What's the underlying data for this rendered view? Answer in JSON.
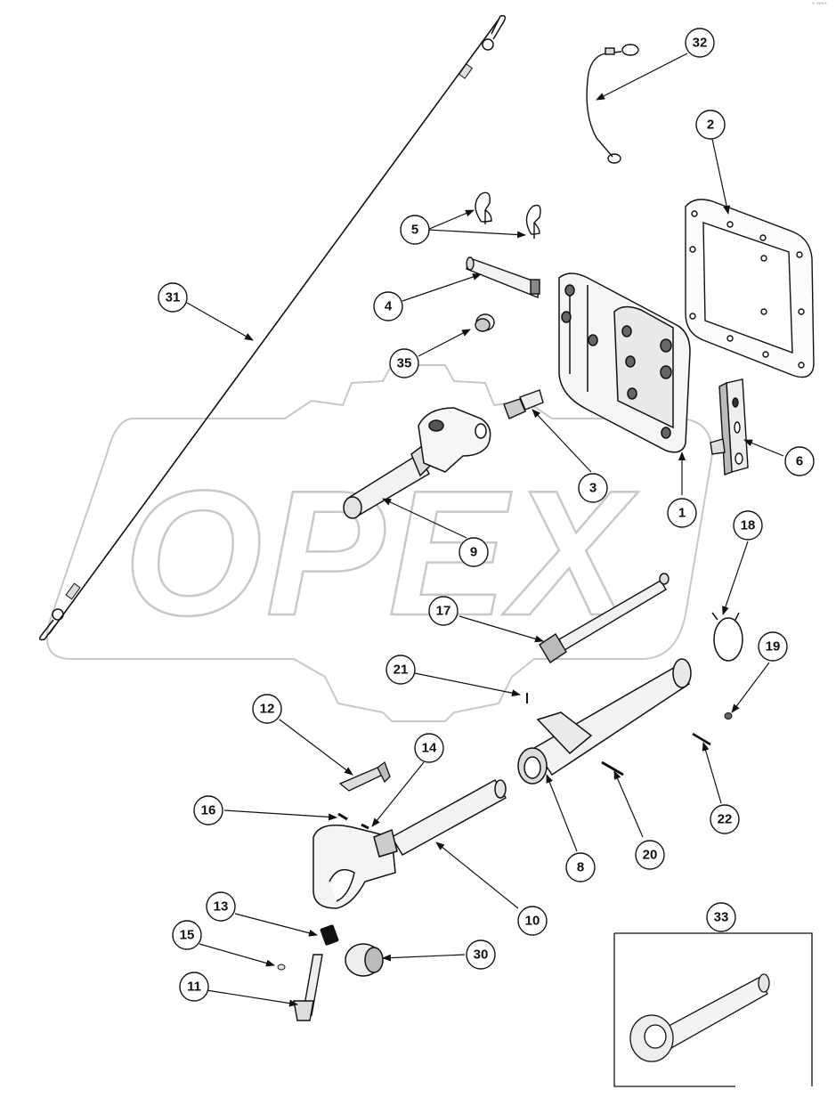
{
  "watermark": {
    "text": "OPEX"
  },
  "corner_mark": "ᵃ ᵒᵖᵉˣ",
  "callouts": [
    {
      "id": "1",
      "label": "1"
    },
    {
      "id": "2",
      "label": "2"
    },
    {
      "id": "3",
      "label": "3"
    },
    {
      "id": "4",
      "label": "4"
    },
    {
      "id": "5",
      "label": "5"
    },
    {
      "id": "6",
      "label": "6"
    },
    {
      "id": "8",
      "label": "8"
    },
    {
      "id": "9",
      "label": "9"
    },
    {
      "id": "10",
      "label": "10"
    },
    {
      "id": "11",
      "label": "11"
    },
    {
      "id": "12",
      "label": "12"
    },
    {
      "id": "13",
      "label": "13"
    },
    {
      "id": "14",
      "label": "14"
    },
    {
      "id": "15",
      "label": "15"
    },
    {
      "id": "16",
      "label": "16"
    },
    {
      "id": "17",
      "label": "17"
    },
    {
      "id": "18",
      "label": "18"
    },
    {
      "id": "19",
      "label": "19"
    },
    {
      "id": "20",
      "label": "20"
    },
    {
      "id": "21",
      "label": "21"
    },
    {
      "id": "22",
      "label": "22"
    },
    {
      "id": "30",
      "label": "30"
    },
    {
      "id": "31",
      "label": "31"
    },
    {
      "id": "32",
      "label": "32"
    },
    {
      "id": "33",
      "label": "33"
    },
    {
      "id": "35",
      "label": "35"
    }
  ],
  "colors": {
    "line": "#111111",
    "watermark": "#c8c8c8",
    "part_fill": "#f4f4f4",
    "part_shade": "#9a9a9a"
  }
}
